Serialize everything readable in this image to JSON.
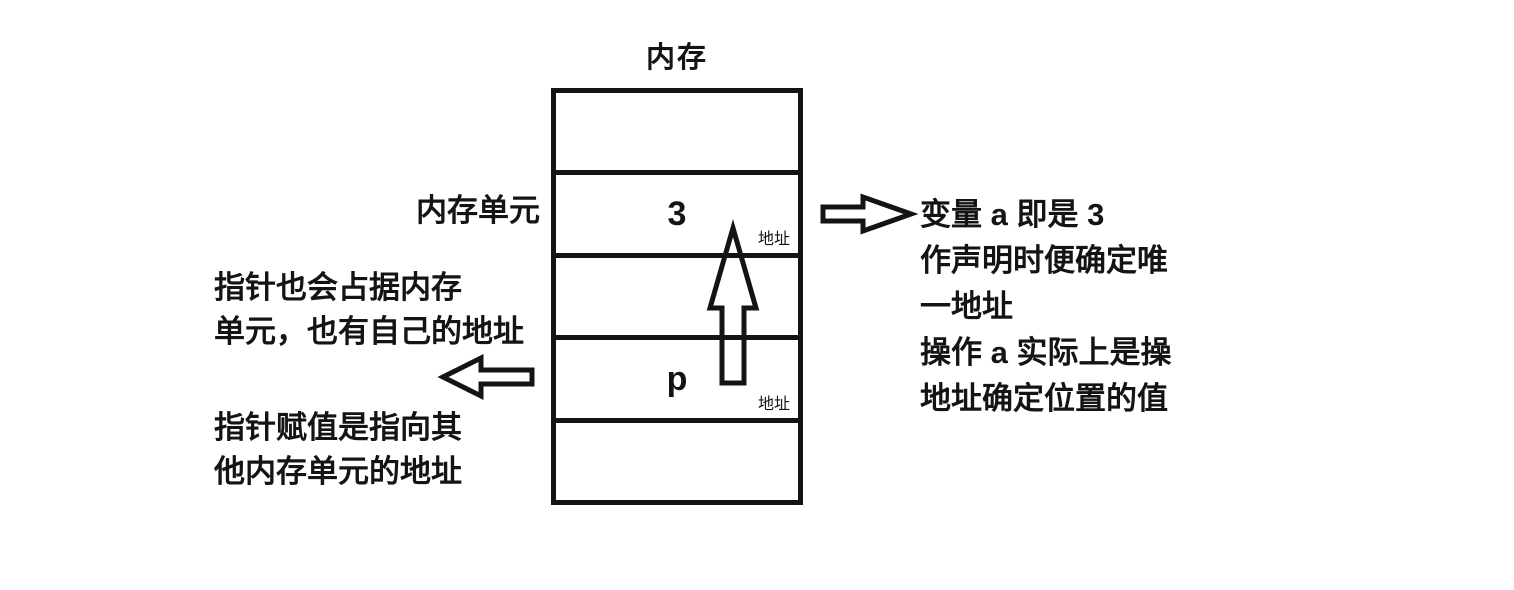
{
  "title": "内存",
  "colors": {
    "ink": "#141414",
    "background": "#ffffff"
  },
  "memory_box": {
    "cell_label": "内存单元",
    "cells": [
      {
        "value": "",
        "address_label": ""
      },
      {
        "value": "3",
        "address_label": "地址"
      },
      {
        "value": "",
        "address_label": ""
      },
      {
        "value": "p",
        "address_label": "地址"
      },
      {
        "value": "",
        "address_label": ""
      }
    ]
  },
  "icons": {
    "up_arrow": "hollow-arrow-up",
    "left_arrow": "hollow-arrow-left",
    "right_arrow": "hollow-arrow-right"
  },
  "left_notes": {
    "pointer_memory": [
      "指针也会占据内存",
      "单元，也有自己的地址"
    ],
    "pointer_assignment": [
      "指针赋值是指向其",
      "他内存单元的地址"
    ]
  },
  "right_note": {
    "lines": [
      "变量 a 即是 3",
      "作声明时便确定唯",
      "一地址",
      "操作 a 实际上是操",
      "地址确定位置的值"
    ]
  }
}
